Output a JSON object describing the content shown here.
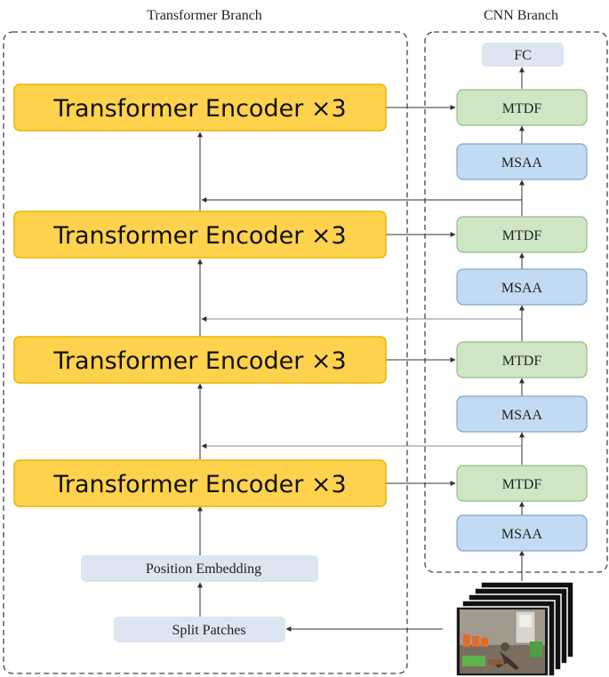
{
  "branches": {
    "transformer_title": "Transformer Branch",
    "cnn_title": "CNN Branch"
  },
  "transformer_blocks": [
    {
      "label": "Transformer Encoder ×3"
    },
    {
      "label": "Transformer Encoder ×3"
    },
    {
      "label": "Transformer Encoder ×3"
    },
    {
      "label": "Transformer Encoder ×3"
    }
  ],
  "position_embedding": {
    "label": "Position Embedding"
  },
  "split_patches": {
    "label": "Split Patches"
  },
  "cnn": {
    "fc": {
      "label": "FC"
    },
    "mtdf_label": "MTDF",
    "msaa_label": "MSAA",
    "stages": [
      {
        "mtdf": "MTDF",
        "msaa": "MSAA"
      },
      {
        "mtdf": "MTDF",
        "msaa": "MSAA"
      },
      {
        "mtdf": "MTDF",
        "msaa": "MSAA"
      },
      {
        "mtdf": "MTDF",
        "msaa": "MSAA"
      }
    ]
  },
  "colors": {
    "transformer_fill": "#FFD24D",
    "transformer_stroke": "#E8B400",
    "mtdf_fill": "#CFE6C4",
    "mtdf_stroke": "#8FBF80",
    "msaa_fill": "#C2DBF2",
    "msaa_stroke": "#7FA6CF",
    "light_fill": "#DDE4F2",
    "line": "#333333",
    "dash": "#444444"
  }
}
